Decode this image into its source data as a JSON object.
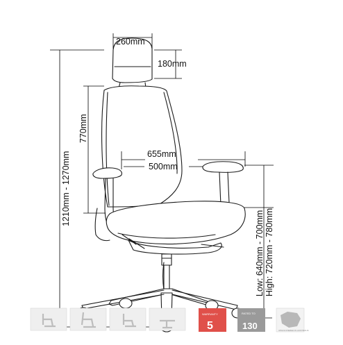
{
  "dimensions": {
    "headrest_width": "260mm",
    "headrest_height": "180mm",
    "back_height": "770mm",
    "overall_height": "1210mm - 1270mm",
    "arm_span": "655mm",
    "seat_width": "500mm",
    "seat_height_low": "Low: 640mm - 700mm",
    "seat_height_high": "High: 720mm - 780mm"
  },
  "thumbnails": [
    {
      "kind": "feature-photo",
      "icon": "chair-posture-icon"
    },
    {
      "kind": "feature-photo",
      "icon": "chair-posture-icon"
    },
    {
      "kind": "feature-photo",
      "icon": "chair-posture-icon"
    },
    {
      "kind": "feature-photo",
      "icon": "chair-mechanism-icon"
    },
    {
      "kind": "warranty-badge",
      "label": "WARRANTY",
      "value": "5",
      "color": "#e0504a"
    },
    {
      "kind": "weight-badge",
      "label": "RATED TO",
      "value": "130",
      "color": "#9a9a9a"
    },
    {
      "kind": "certification-badge",
      "label": "UPHOLSTERED IN AUSTRALIA",
      "color": "#b8b8b8"
    }
  ]
}
